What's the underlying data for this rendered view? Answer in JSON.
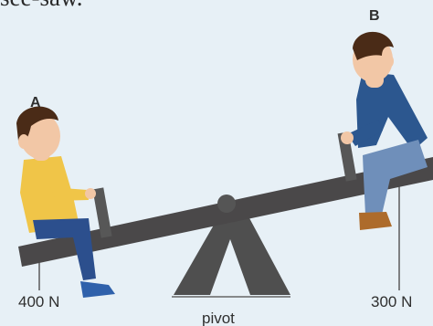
{
  "caption": "see-saw.",
  "people": {
    "a": {
      "letter": "A"
    },
    "b": {
      "letter": "B"
    }
  },
  "forces": {
    "a": "400 N",
    "b": "300 N"
  },
  "pivot_label": "pivot",
  "colors": {
    "background": "#e7f0f6",
    "beam": "#4a4849",
    "pivot": "#4d4d4d",
    "shirt_a": "#f2c84b",
    "jeans": "#2f4f86",
    "shirt_b": "#2b578f",
    "jeans_b": "#6f8fb8",
    "hair": "#4a2b17",
    "skin": "#f3c9a8",
    "shoe_a": "#2f5ea8",
    "shoe_b": "#b06d2c"
  }
}
